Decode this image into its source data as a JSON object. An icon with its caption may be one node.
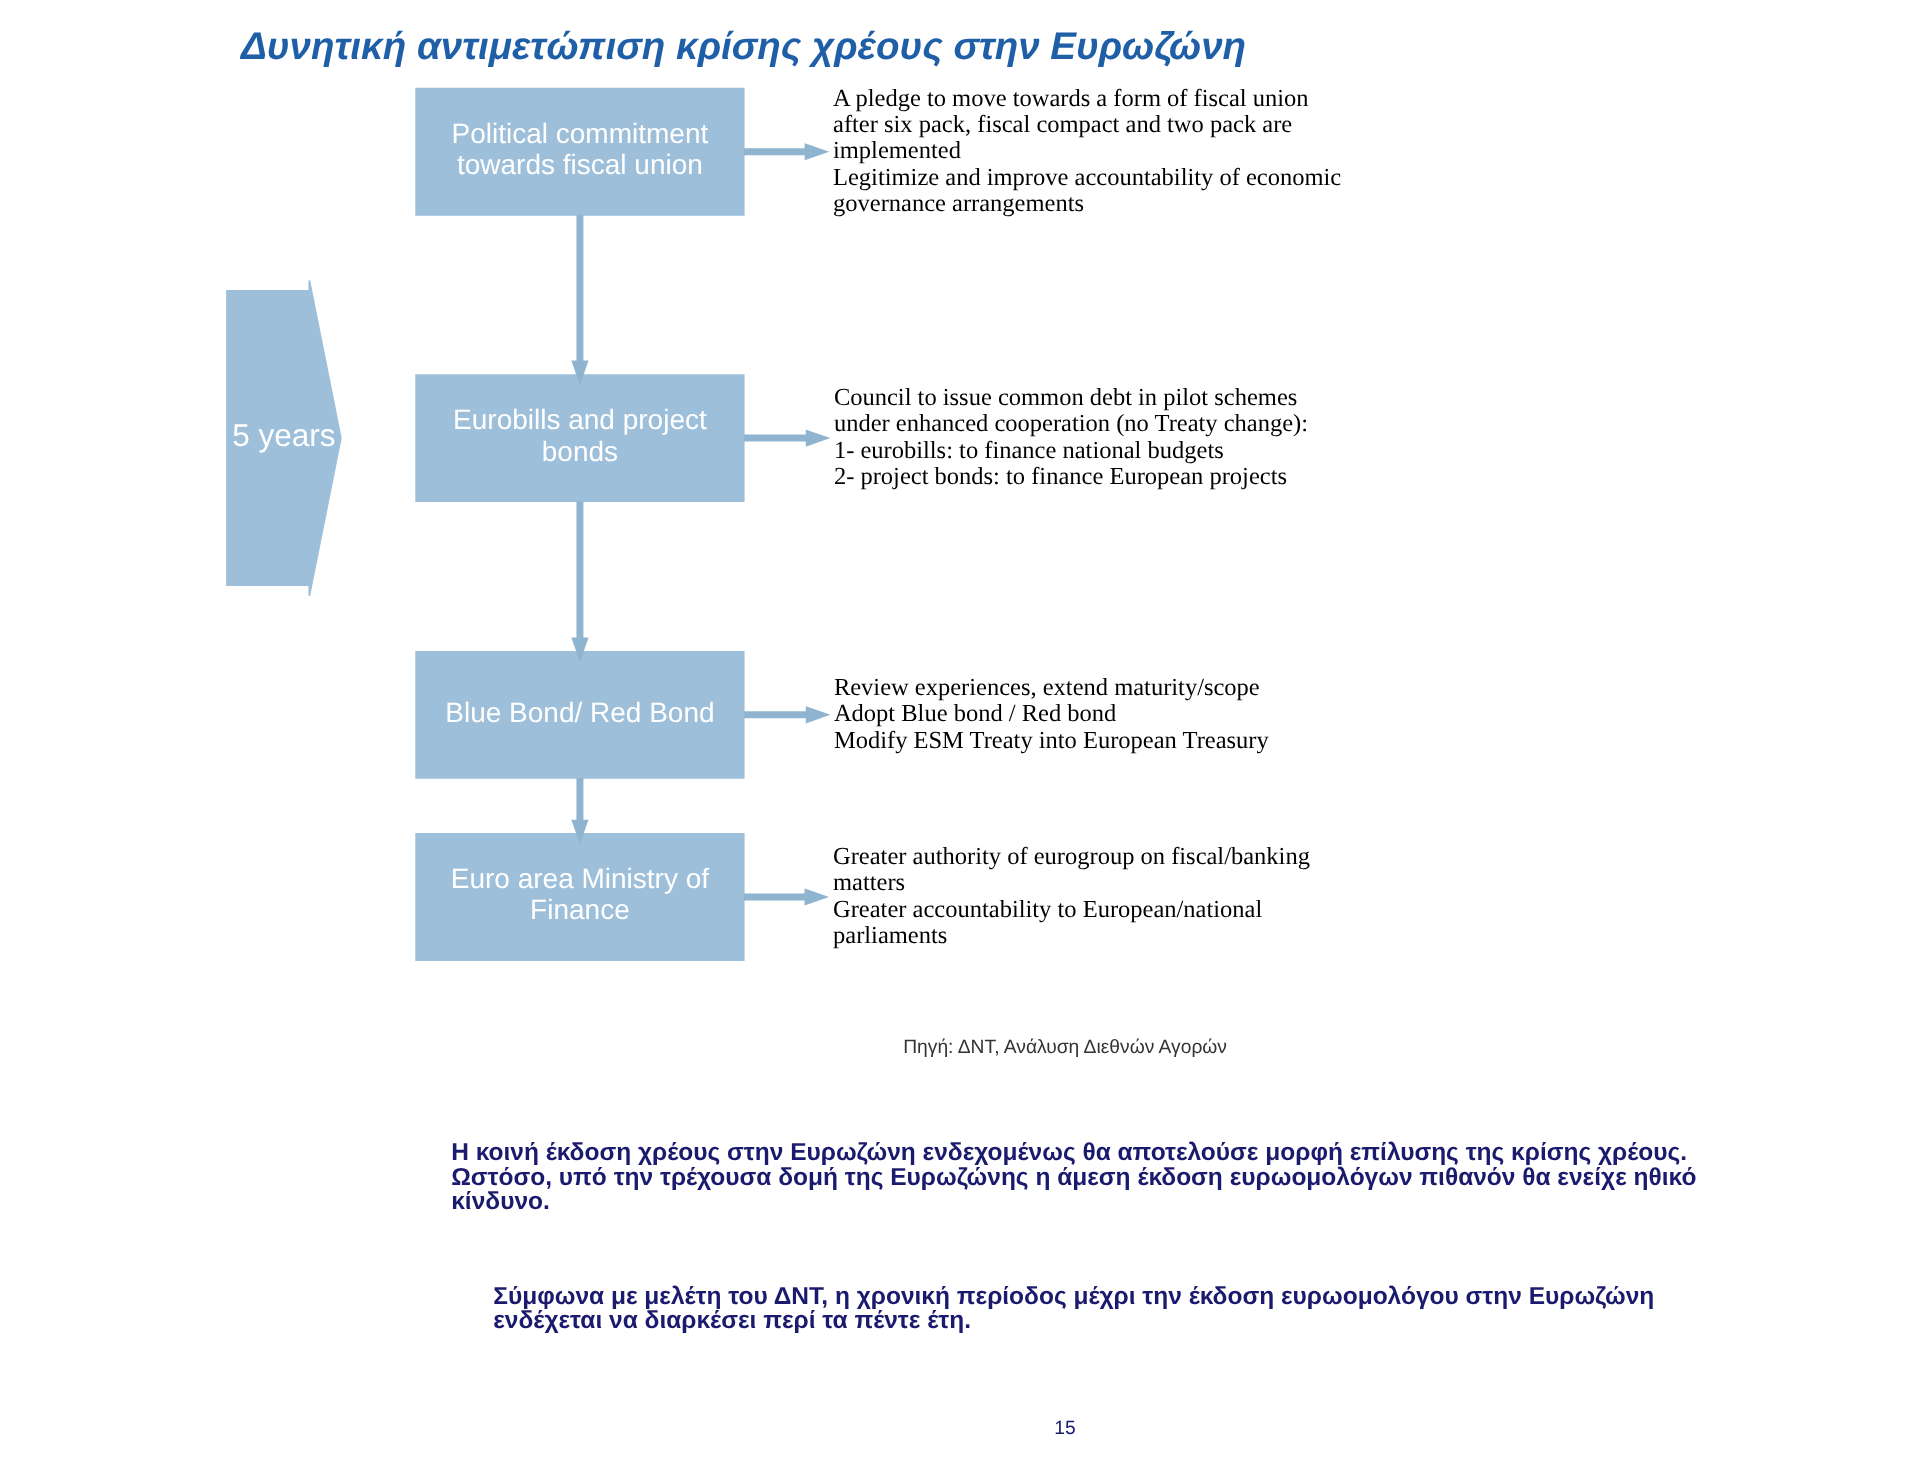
{
  "diagram": {
    "title": "Δυνητική αντιμετώπιση κρίσης χρέους στην Ευρωζώνη",
    "nodes": [
      {
        "text": [
          "Political commitment towards fiscal union"
        ]
      },
      {
        "text": [
          "Eurobills and project bonds"
        ]
      },
      {
        "text": [
          "Blue Bond/ Red Bond"
        ]
      },
      {
        "text": [
          "Euro area Ministry of Finance"
        ]
      },
      {
        "text": [
          "A pledge to move towards a form of fiscal union after six pack, fiscal compact and two pack are implemented",
          "Legitimize and improve accountability of economic governance arrangements"
        ]
      },
      {
        "text": [
          "Council to issue common debt in pilot schemes under enhanced cooperation (no Treaty change):",
          "1- eurobills: to finance national budgets",
          "2- project bonds: to finance European projects"
        ]
      },
      {
        "text": [
          "Review experiences, extend maturity/scope",
          "Adopt Blue bond / Red bond",
          "Modify ESM Treaty into European Treasury"
        ]
      },
      {
        "text": [
          "Greater authority of eurogroup on fiscal/banking matters",
          "Greater accountability to European/national parliaments"
        ]
      }
    ],
    "edges": [
      {
        "from": 0,
        "to": 1,
        "arrow": "to"
      },
      {
        "from": 1,
        "to": 2,
        "arrow": "to"
      },
      {
        "from": 2,
        "to": 3,
        "arrow": "to"
      },
      {
        "from": 0,
        "to": 4,
        "arrow": "to"
      },
      {
        "from": 1,
        "to": 5,
        "arrow": "to"
      },
      {
        "from": 2,
        "to": 6,
        "arrow": "to"
      },
      {
        "from": 3,
        "to": 7,
        "arrow": "to"
      }
    ],
    "labels": [
      "5 years",
      "Πηγή: ΔΝΤ, Ανάλυση Διεθνών Αγορών",
      "Η κοινή έκδοση χρέους στην Ευρωζώνη ενδεχομένως θα αποτελούσε μορφή επίλυσης της κρίσης χρέους. Ωστόσο, υπό την τρέχουσα δομή της Ευρωζώνης η άμεση έκδοση ευρωομολόγων πιθανόν θα ενείχε ηθικό κίνδυνο.",
      "Σύμφωνα με μελέτη του ΔΝΤ, η χρονική περίοδος μέχρι την έκδοση ευρωομολόγου στην Ευρωζώνη ενδέχεται να διαρκέσει περί τα πέντε έτη.",
      "15"
    ]
  }
}
